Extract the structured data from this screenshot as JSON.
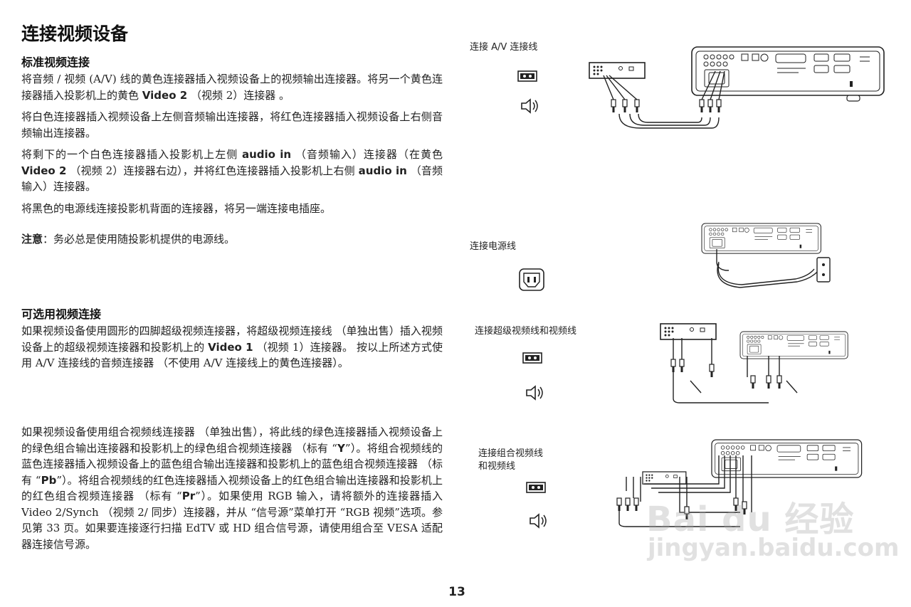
{
  "page": {
    "title": "连接视频设备",
    "page_number": "13",
    "watermark_brand": "Bai du 经验",
    "watermark_url": "jingyan.baidu.com"
  },
  "standard": {
    "heading": "标准视频连接",
    "p1": "将音频 / 视频 (A/V) 线的黄色连接器插入视频设备上的视频输出连接器。将另一个黄色连接器插入投影机上的黄色",
    "p1_bold": "Video 2",
    "p1_tail": "（视频 2）连接器 。",
    "p2": "将白色连接器插入视频设备上左侧音频输出连接器，将红色连接器插入视频设备上右侧音频输出连接器。",
    "p3_a": "将剩下的一个白色连接器插入投影机上左侧",
    "p3_bold1": "audio in",
    "p3_b": "（音频输入）连接器（在黄色",
    "p3_bold2": "Video 2",
    "p3_c": "（视频  2）连接器右边），并将红色连接器插入投影机上右侧",
    "p3_bold3": "audio in",
    "p3_d": "（音频输入）连接器。",
    "p4": "将黑色的电源线连接投影机背面的连接器，将另一端连接电插座。"
  },
  "note": {
    "label": "注意",
    "text": "：务必总是使用随投影机提供的电源线。"
  },
  "optional": {
    "heading": "可选用视频连接",
    "p1_a": "如果视频设备使用圆形的四脚超级视频连接器，将超级视频连接线 （单独出售）插入视频设备上的超级视频连接器和投影机上的",
    "p1_bold": "Video 1",
    "p1_b": "（视频  1）连接器。 按以上所述方式使用 A/V 连接线的音频连接器 （不使用 A/V 连接线上的黄色连接器）。"
  },
  "component": {
    "p_a": "如果视频设备使用组合视频线连接器 （单独出售），将此线的绿色连接器插入视频设备上的绿色组合输出连接器和投影机上的绿色组合视频连接器 （标有 “",
    "b_y": "Y",
    "p_b": "”）。将组合视频线的蓝色连接器插入视频设备上的蓝色组合输出连接器和投影机上的蓝色组合视频连接器 （标有 “",
    "b_pb": "Pb",
    "p_c": "”）。将组合视频线的红色连接器插入视频设备上的红色组合输出连接器和投影机上的红色组合视频连接器 （标有 “",
    "b_pr": "Pr",
    "p_d": "”）。如果使用 RGB 输入，请将额外的连接器插入 Video 2/Synch （视频 2/ 同步）连接器，并从 “信号源”菜单打开 “RGB 视频”选项。参见第 33 页。如果要连接逐行扫描 EdTV 或 HD 组合信号源，请使用组合至 VESA 适配器连接信号源。"
  },
  "figures": {
    "av_label": "连接 A/V 连接线",
    "power_label": "连接电源线",
    "svideo_label": "连接超级视频线和视频线",
    "comp_label_1": "连接组合视频线",
    "comp_label_2": "和视频线"
  },
  "icons": [
    "video-connector-icon",
    "speaker-icon",
    "power-socket-icon"
  ]
}
